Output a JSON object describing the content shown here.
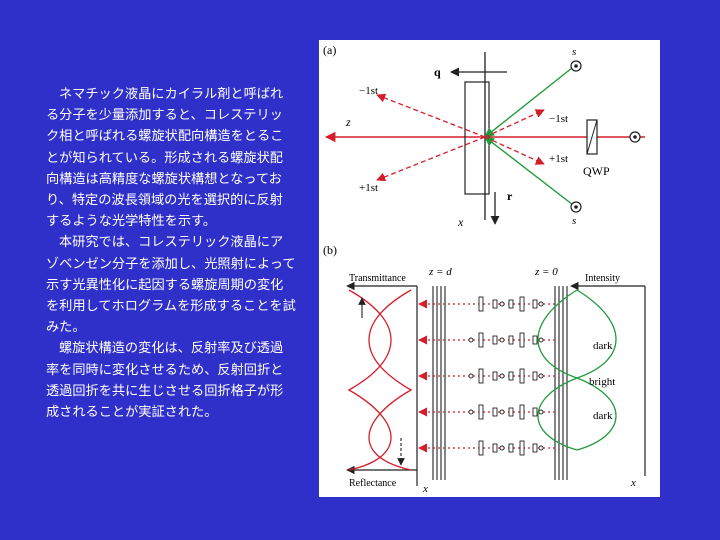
{
  "paragraphs": [
    "ネマチック液晶にカイラル剤と呼ばれる分子を少量添加すると、コレステリック相と呼ばれる螺旋状配向構造をとることが知られている。形成される螺旋状配向構造は高精度な螺旋状構想となっており、特定の波長領域の光を選択的に反射するような光学特性を示す。",
    "本研究では、コレステリック液晶にアゾベンゼン分子を添加し、光照射によって示す光異性化に起因する螺旋周期の変化を利用してホログラムを形成することを試みた。",
    "螺旋状構造の変化は、反射率及び透過率を同時に変化させるため、反射回折と透過回折を共に生じさせる回折格子が形成されることが実証された。"
  ],
  "figure": {
    "panel_a": {
      "label": "(a)",
      "q": "q",
      "r": "r",
      "z": "z",
      "x": "x",
      "s_top": "s",
      "s_bottom": "s",
      "minus1st_left": "−1st",
      "minus1st_right": "−1st",
      "plus1st_left": "+1st",
      "plus1st_right": "+1st",
      "qwp": "QWP"
    },
    "panel_b": {
      "label": "(b)",
      "transmittance": "Transmittance",
      "reflectance": "Reflectance",
      "intensity": "Intensity",
      "z_d": "z = d",
      "z_0": "z = 0",
      "x_left": "x",
      "x_right": "x",
      "dark1": "dark",
      "bright": "bright",
      "dark2": "dark"
    },
    "colors": {
      "red": "#d41e2a",
      "green": "#1e9a3a",
      "dark": "#222222"
    }
  }
}
